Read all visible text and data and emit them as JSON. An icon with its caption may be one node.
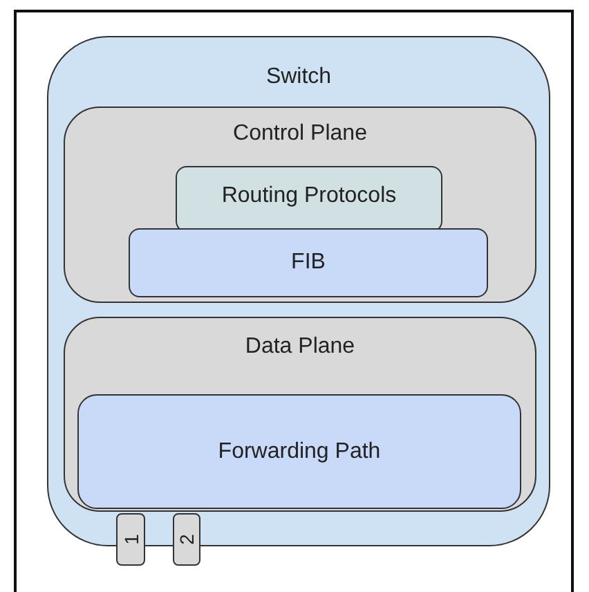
{
  "diagram": {
    "nodes": [
      {
        "text": [
          "Switch"
        ]
      },
      {
        "text": [
          "Control Plane"
        ],
        "in": 0
      },
      {
        "text": [
          "Routing Protocols"
        ],
        "in": 1
      },
      {
        "text": [
          "FIB"
        ],
        "in": 1
      },
      {
        "text": [
          "Data Plane"
        ],
        "in": 0
      },
      {
        "text": [
          "Forwarding Path"
        ],
        "in": 4
      },
      {
        "text": [
          "1"
        ]
      },
      {
        "text": [
          "2"
        ]
      }
    ]
  }
}
